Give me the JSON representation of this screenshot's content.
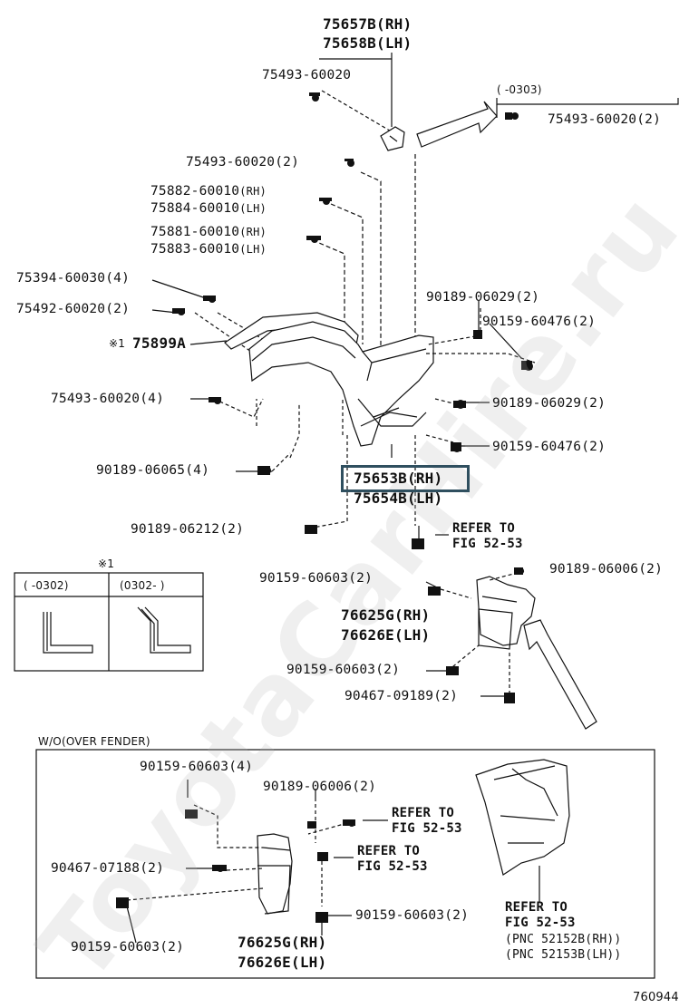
{
  "watermark": "ToyotaCarHire.ru",
  "diagram_id": "760944",
  "labels": {
    "top_rh": "75657B(RH)",
    "top_lh": "75658B(LH)",
    "clip_top": "75493-60020",
    "range_0303": "(      -0303)",
    "clip_right": "75493-60020(2)",
    "clip_2": "75493-60020(2)",
    "p75882": "75882-60010",
    "p75882_side": "(RH)",
    "p75884": "75884-60010",
    "p75884_side": "(LH)",
    "p75881": "75881-60010",
    "p75881_side": "(RH)",
    "p75883": "75883-60010",
    "p75883_side": "(LH)",
    "p75394": "75394-60030(4)",
    "p75492": "75492-60020(2)",
    "note_mark": "※1",
    "p75899": "75899A",
    "p90189_06029_a": "90189-06029(2)",
    "p90159_60476_a": "90159-60476(2)",
    "p75493_4": "75493-60020(4)",
    "p90189_06029_b": "90189-06029(2)",
    "p90159_60476_b": "90159-60476(2)",
    "p90189_06065": "90189-06065(4)",
    "main_rh": "75653B(RH)",
    "main_lh": "75654B(LH)",
    "p90189_06212": "90189-06212(2)",
    "refer_to_1": "REFER TO",
    "fig_1": "FIG 52-53",
    "table_mark": "※1",
    "table_col1": "(   -0302)",
    "table_col2": "(0302-    )",
    "p90159_60603_a": "90159-60603(2)",
    "p90189_06006_a": "90189-06006(2)",
    "p76625": "76625G(RH)",
    "p76626": "76626E(LH)",
    "p90159_60603_b": "90159-60603(2)",
    "p90467_09189": "90467-09189(2)",
    "wo_over_fender": "W/O(OVER FENDER)",
    "w_90159_60603_4": "90159-60603(4)",
    "w_90189_06006": "90189-06006(2)",
    "w_refer_1": "REFER TO",
    "w_fig_1": "FIG 52-53",
    "w_refer_2": "REFER TO",
    "w_fig_2": "FIG 52-53",
    "w_90467_07188": "90467-07188(2)",
    "w_90159_60603_c": "90159-60603(2)",
    "w_refer_3": "REFER TO",
    "w_fig_3": "FIG 52-53",
    "w_pnc_1": "(PNC 52152B(RH))",
    "w_pnc_2": "(PNC 52153B(LH))",
    "w_90159_60603_d": "90159-60603(2)",
    "w_76625": "76625G(RH)",
    "w_76626": "76626E(LH)"
  }
}
